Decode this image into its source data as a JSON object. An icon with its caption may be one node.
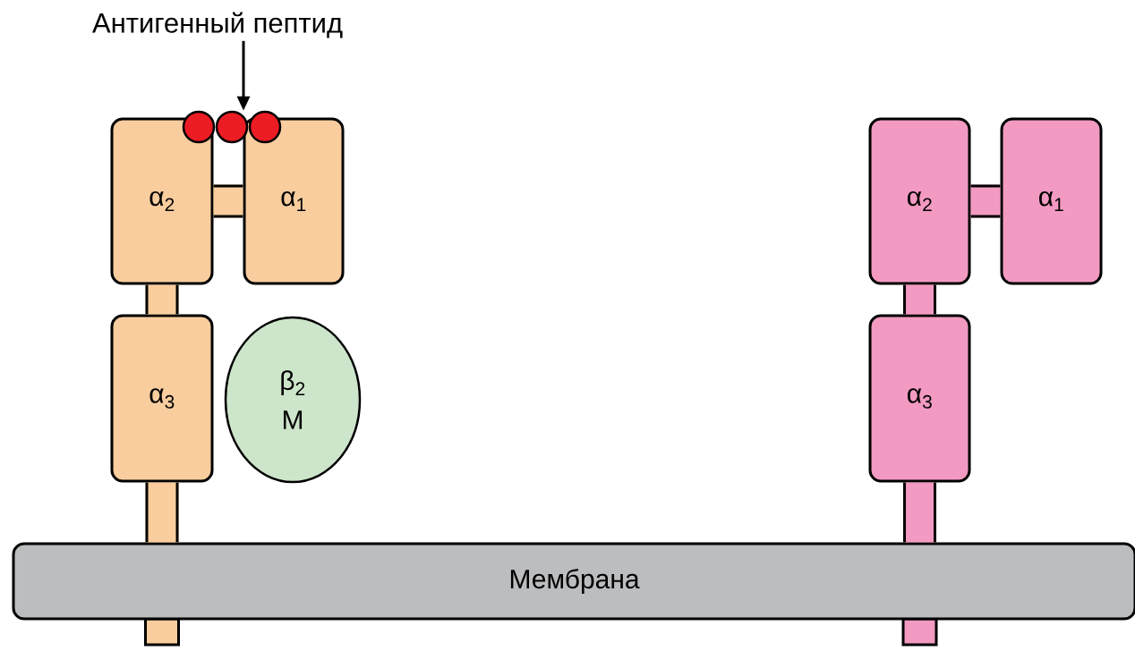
{
  "diagram": {
    "nodes": [
      {
        "text": [
          "Антигенный пептид"
        ]
      },
      {
        "text": [],
        "shape": "circle"
      },
      {
        "text": [],
        "shape": "circle"
      },
      {
        "text": [],
        "shape": "circle"
      },
      {
        "text": [
          "α$_{2}$"
        ]
      },
      {
        "text": [
          "α$_{1}$"
        ]
      },
      {
        "text": [
          "α$_{2}$"
        ]
      },
      {
        "text": [
          "α$_{1}$"
        ]
      },
      {
        "text": [
          "α$_{3}$"
        ]
      },
      {
        "text": [
          "β$_{2}$ M"
        ]
      },
      {
        "text": [
          "α$_{3}$"
        ]
      },
      {
        "text": [
          "Мембрана"
        ]
      }
    ],
    "edges": [
      {
        "from": 0,
        "to": 2,
        "arrow": "to",
        "color": "#000000"
      },
      {
        "from": 4,
        "to": 5,
        "arrow": "none",
        "color": "#f9cd9e"
      },
      {
        "from": 4,
        "to": 8,
        "arrow": "none",
        "color": "#f9cd9e"
      },
      {
        "from": 8,
        "to": 11,
        "arrow": "none",
        "color": "#f9cd9e"
      },
      {
        "from": 6,
        "to": 7,
        "arrow": "none",
        "color": "#f39ac2"
      },
      {
        "from": 6,
        "to": 10,
        "arrow": "none",
        "color": "#f39ac2"
      },
      {
        "from": 10,
        "to": 11,
        "arrow": "none",
        "color": "#f39ac2"
      }
    ]
  }
}
